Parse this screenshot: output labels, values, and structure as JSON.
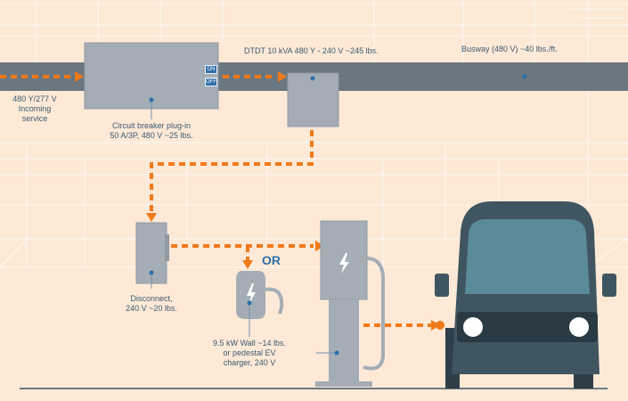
{
  "labels": {
    "incoming": [
      "480 Y/277 V",
      "Incoming",
      "service"
    ],
    "breaker": [
      "Circuit breaker plug-in",
      "50 A/3P, 480 V ~25 lbs."
    ],
    "transformer": "DTDT 10 kVA 480 Y - 240 V ~245 lbs.",
    "busway": "Busway (480 V) ~40 lbs./ft.",
    "disconnect": [
      "Disconnect,",
      "240 V ~20 lbs."
    ],
    "charger": [
      "9.5 kW Wall ~14 lbs.",
      "or pedestal EV",
      "charger, 240 V"
    ],
    "or": "OR",
    "switch_on": "ON",
    "switch_off": "OFF"
  },
  "colors": {
    "background": "#fde9d6",
    "equipment": "#a4adb5",
    "busway": "#6b7780",
    "arrow": "#f07a1a",
    "label_text": "#3a5a73",
    "van_body": "#3f5560",
    "van_glass": "#5b8a9a"
  },
  "icons": [
    "lightning-bolt-icon",
    "leader-dot-icon",
    "arrowhead-icon"
  ]
}
